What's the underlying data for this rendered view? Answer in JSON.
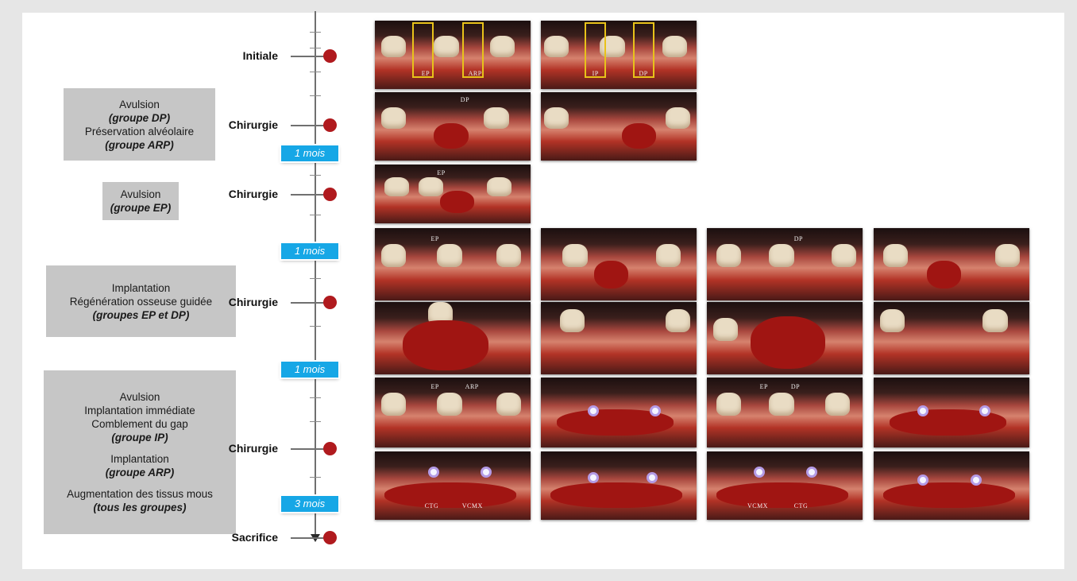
{
  "stages": {
    "initiale": "Initiale",
    "chirurgie_1": "Chirurgie",
    "chirurgie_2": "Chirurgie",
    "chirurgie_3": "Chirurgie",
    "chirurgie_4": "Chirurgie",
    "sacrifice": "Sacrifice"
  },
  "intervals": {
    "i1": "1 mois",
    "i2": "1 mois",
    "i3": "1 mois",
    "i4": "3 mois"
  },
  "boxes": {
    "box1": {
      "line1": "Avulsion",
      "line2": "(groupe DP)",
      "line3": "Préservation alvéolaire",
      "line4": "(groupe ARP)"
    },
    "box2": {
      "line1": "Avulsion",
      "line2": "(groupe EP)"
    },
    "box3": {
      "line1": "Implantation",
      "line2": "Régénération osseuse guidée",
      "line3": "(groupes EP et DP)"
    },
    "box4": {
      "line1": "Avulsion",
      "line2": "Implantation immédiate",
      "line3": "Comblement du gap",
      "line4": "(groupe IP)",
      "line5": "Implantation",
      "line6": "(groupe ARP)",
      "line7": "Augmentation des tissus mous",
      "line8": "(tous les groupes)"
    }
  },
  "photo_labels": {
    "a1": "EP",
    "a2": "ARP",
    "b1": "IP",
    "b2": "DP",
    "c1": "DP",
    "d1": "EP",
    "e1": "EP",
    "f1": "DP",
    "g1": "EP",
    "g2": "ARP",
    "h1": "EP",
    "h2": "DP",
    "i1": "CTG",
    "i2": "VCMX",
    "j1": "VCMX",
    "j2": "CTG"
  },
  "colors": {
    "marker": "#b01a1e",
    "interval_badge": "#16a7e6",
    "group_box": "#c6c6c6",
    "yellow_frame": "#e8c21a"
  }
}
